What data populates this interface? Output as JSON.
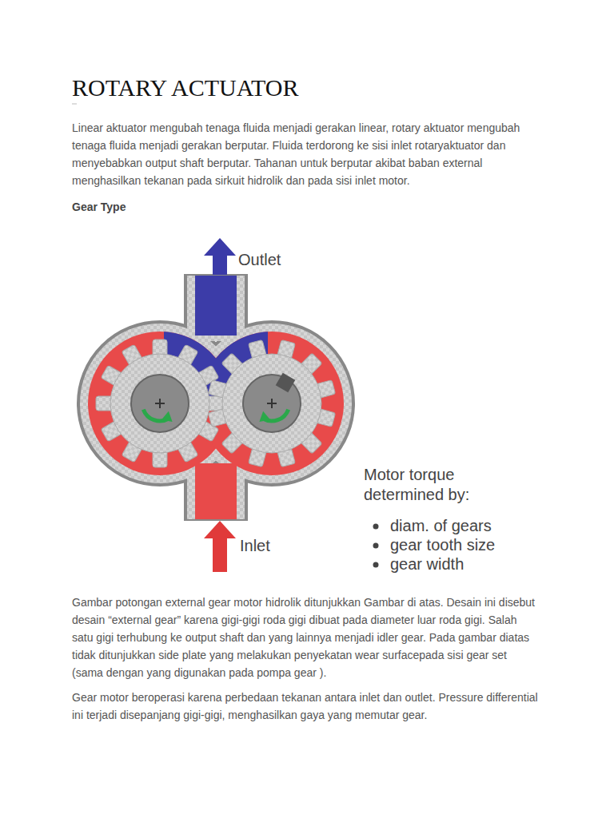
{
  "diagram": {
    "title": "ROTARY ACTUATOR",
    "labels": [
      "Linear aktuator mengubah tenaga fluida menjadi gerakan linear, rotary aktuator mengubah tenaga fluida menjadi gerakan berputar. Fluida terdorong ke sisi inlet rotaryaktuator dan menyebabkan output shaft berputar. Tahanan untuk berputar akibat baban external menghasilkan tekanan pada sirkuit hidrolik dan pada sisi inlet motor.",
      "Gear Type",
      "Outlet",
      "Inlet",
      "Motor torque determined by:",
      "diam. of gears",
      "gear tooth size",
      "gear width",
      "Gambar potongan external gear motor hidrolik ditunjukkan Gambar di atas. Desain ini disebut desain “external gear” karena gigi-gigi roda gigi dibuat pada diameter luar roda gigi. Salah satu gigi terhubung ke output shaft dan yang lainnya menjadi idler gear. Pada gambar diatas tidak ditunjukkan side plate yang melakukan penyekatan wear surfacepada sisi gear set (sama dengan yang digunakan pada pompa gear ).",
      "Gear motor beroperasi karena perbedaan tekanan antara inlet dan outlet. Pressure differential ini terjadi disepanjang gigi-gigi, menghasilkan gaya yang memutar gear."
    ]
  }
}
